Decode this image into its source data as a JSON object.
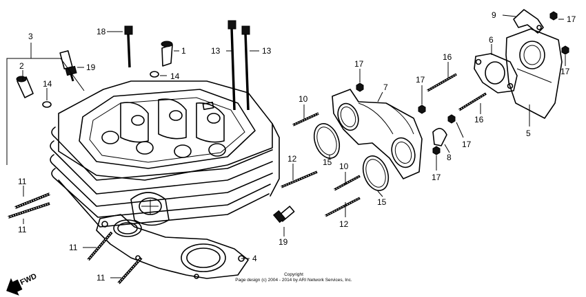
{
  "labels": {
    "l1": "1",
    "l2": "2",
    "l3": "3",
    "l4": "4",
    "l5": "5",
    "l6": "6",
    "l7": "7",
    "l8": "8",
    "l9": "9",
    "l10a": "10",
    "l10b": "10",
    "l11a": "11",
    "l11b": "11",
    "l11c": "11",
    "l11d": "11",
    "l12a": "12",
    "l12b": "12",
    "l13a": "13",
    "l13b": "13",
    "l14a": "14",
    "l14b": "14",
    "l15a": "15",
    "l15b": "15",
    "l16a": "16",
    "l16b": "16",
    "l17a": "17",
    "l17b": "17",
    "l17c": "17",
    "l17d": "17",
    "l17e": "17",
    "l17f": "17",
    "l18": "18",
    "l19a": "19",
    "l19b": "19"
  },
  "copyright": {
    "line1": "Copyright",
    "line2": "Page design (c) 2004 - 2014 by ARI Network Services, Inc."
  },
  "fwd_label": "FWD"
}
